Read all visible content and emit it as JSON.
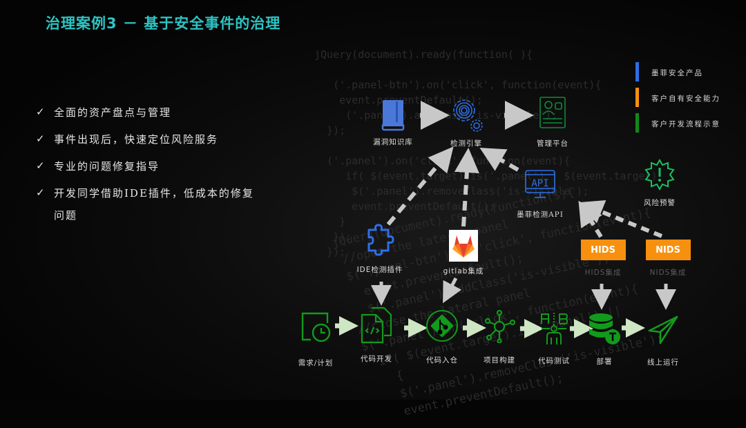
{
  "title": "治理案例3 － 基于安全事件的治理",
  "bullets": [
    {
      "text": "全面的资产盘点与管理"
    },
    {
      "text": "事件出现后，快速定位风险服务"
    },
    {
      "text": "专业的问题修复指导"
    },
    {
      "text": "开发同学借助IDE插件，低成本的修复问题"
    }
  ],
  "check_symbol": "✓",
  "legend": [
    {
      "label": "墨菲安全产品",
      "color": "#2f6fe6"
    },
    {
      "label": "客户自有安全能力",
      "color": "#f7900f"
    },
    {
      "label": "客户开发流程示意",
      "color": "#118a1c"
    }
  ],
  "top_nodes": {
    "knowledge_base": {
      "label": "漏洞知识库",
      "icon": "book-icon"
    },
    "detection_engine": {
      "label": "检测引擎",
      "icon": "gears-icon"
    },
    "management_platform": {
      "label": "管理平台",
      "icon": "profile-card-icon"
    },
    "detection_api": {
      "label": "墨菲检测API",
      "icon": "api-monitor-icon",
      "icon_text": "API"
    },
    "risk_alert": {
      "label": "风险预警",
      "icon": "alert-badge-icon"
    }
  },
  "integrations": {
    "ide_plugin": {
      "label": "IDE检测插件",
      "icon": "puzzle-icon"
    },
    "gitlab": {
      "label": "gitlab集成",
      "icon": "gitlab-icon"
    },
    "hids": {
      "box": "HIDS",
      "label": "HIDS集成"
    },
    "nids": {
      "box": "NIDS",
      "label": "NIDS集成"
    }
  },
  "pipeline": [
    {
      "label": "需求/计划",
      "icon": "calendar-clock-icon"
    },
    {
      "label": "代码开发",
      "icon": "code-file-icon"
    },
    {
      "label": "代码入仓",
      "icon": "git-icon"
    },
    {
      "label": "项目构建",
      "icon": "build-network-icon"
    },
    {
      "label": "代码测试",
      "icon": "ab-test-icon"
    },
    {
      "label": "部署",
      "icon": "database-deploy-icon"
    },
    {
      "label": "线上运行",
      "icon": "paper-plane-icon"
    }
  ],
  "colors": {
    "title": "#2ec4c4",
    "product_blue": "#2f6fe6",
    "customer_orange": "#f7900f",
    "pipeline_green": "#118a1c",
    "alert_green": "#18c060",
    "arrow_gray": "#c8c8c8",
    "pipeline_arrow": "#cfe6c4"
  }
}
